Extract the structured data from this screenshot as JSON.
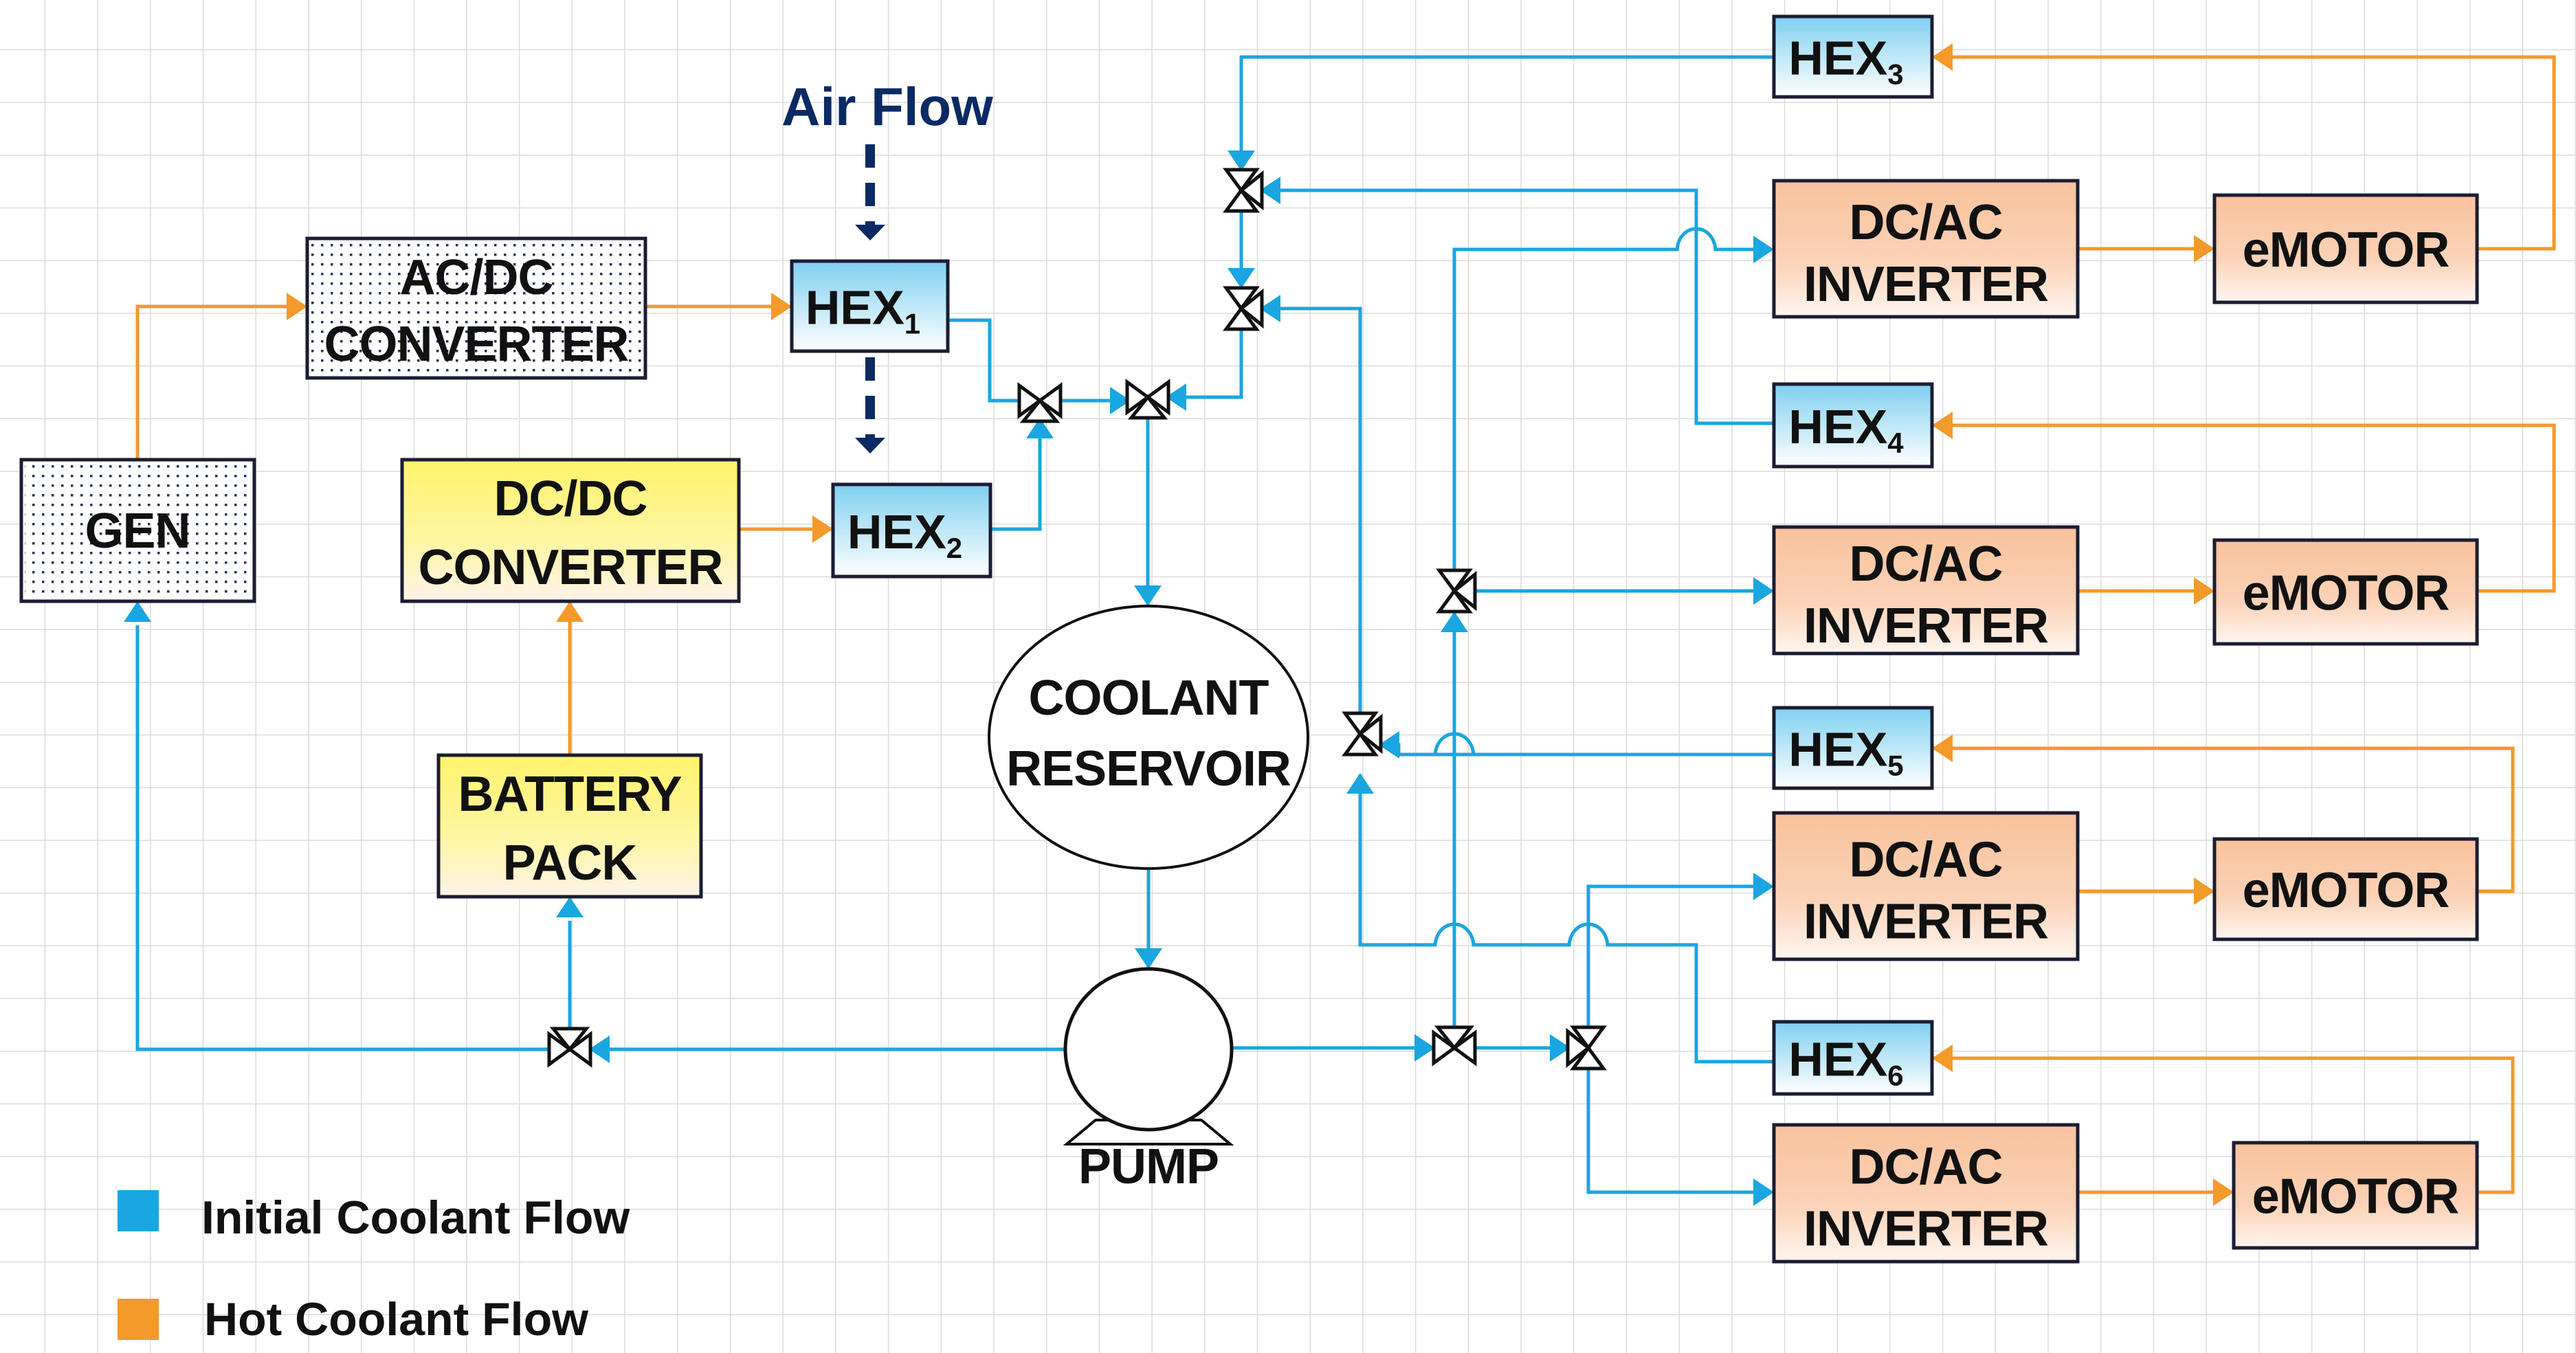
{
  "diagram": {
    "title_annotation": "Air Flow",
    "colors": {
      "initial_coolant": "#1aa6e0",
      "hot_coolant": "#f39a2b",
      "air_flow": "#0b2a63",
      "hex_fill_top": "#7fd0f0",
      "inverter_fill_top": "#f9c29c",
      "converter_fill_top": "#fff36b"
    },
    "nodes": {
      "gen": {
        "label": "GEN"
      },
      "acdc": {
        "line1": "AC/DC",
        "line2": "CONVERTER"
      },
      "dcdc": {
        "line1": "DC/DC",
        "line2": "CONVERTER"
      },
      "battery": {
        "line1": "BATTERY",
        "line2": "PACK"
      },
      "hex1": {
        "label": "HEX",
        "sub": "1"
      },
      "hex2": {
        "label": "HEX",
        "sub": "2"
      },
      "hex3": {
        "label": "HEX",
        "sub": "3"
      },
      "hex4": {
        "label": "HEX",
        "sub": "4"
      },
      "hex5": {
        "label": "HEX",
        "sub": "5"
      },
      "hex6": {
        "label": "HEX",
        "sub": "6"
      },
      "inv1": {
        "line1": "DC/AC",
        "line2": "INVERTER"
      },
      "inv2": {
        "line1": "DC/AC",
        "line2": "INVERTER"
      },
      "inv3": {
        "line1": "DC/AC",
        "line2": "INVERTER"
      },
      "inv4": {
        "line1": "DC/AC",
        "line2": "INVERTER"
      },
      "motor1": {
        "label": "eMOTOR"
      },
      "motor2": {
        "label": "eMOTOR"
      },
      "motor3": {
        "label": "eMOTOR"
      },
      "motor4": {
        "label": "eMOTOR"
      },
      "reservoir": {
        "line1": "COOLANT",
        "line2": "RESERVOIR"
      },
      "pump": {
        "label": "PUMP"
      }
    },
    "legend": [
      {
        "label": "Initial Coolant Flow",
        "color": "#1aa6e0"
      },
      {
        "label": "Hot Coolant Flow",
        "color": "#f39a2b"
      }
    ]
  }
}
